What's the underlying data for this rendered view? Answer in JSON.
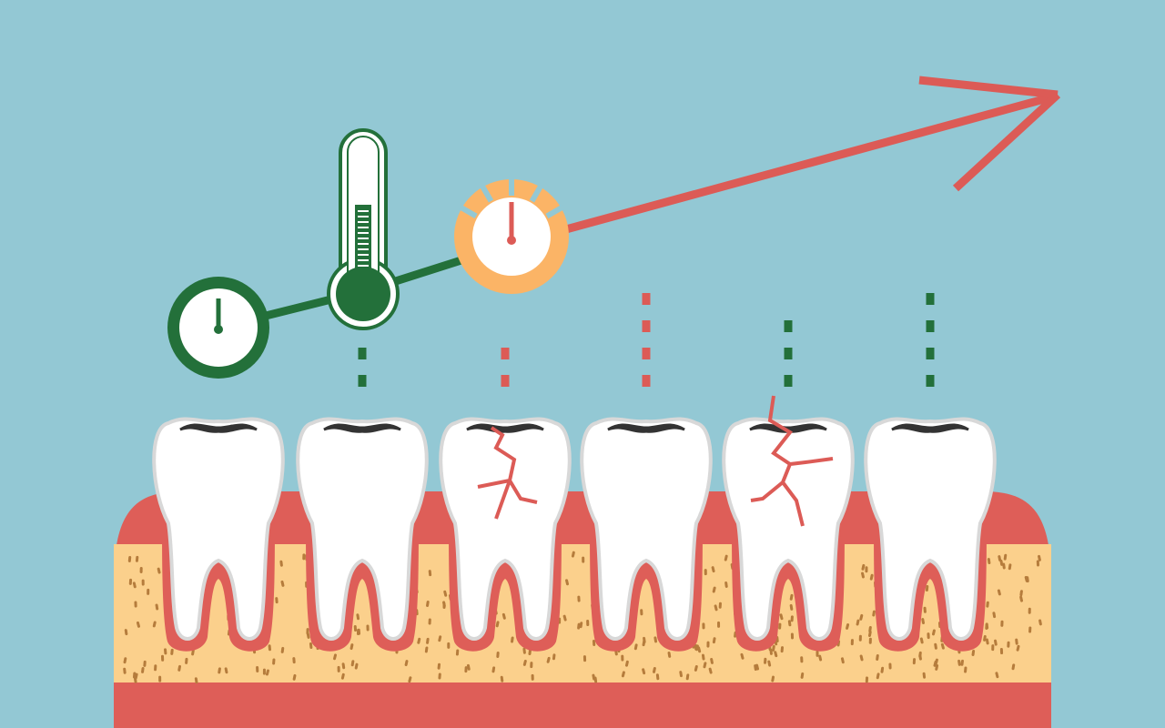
{
  "illustration": {
    "colors": {
      "background": "#93c8d4",
      "green": "#23703a",
      "red": "#dc5b56",
      "orange": "#fbb466",
      "gum": "#de5e58",
      "bone": "#fbd08c",
      "bone_dots": "#b57c3c",
      "tooth": "#ffffff",
      "tooth_outline": "#d8d8d8"
    },
    "icons": [
      "gauge-icon",
      "thermometer-icon",
      "stopwatch-icon",
      "trend-arrow-icon"
    ],
    "teeth": [
      {
        "marker": "green",
        "cracked": false,
        "marker_level": 0
      },
      {
        "marker": "green",
        "cracked": false,
        "marker_level": 1
      },
      {
        "marker": "red",
        "cracked": true,
        "marker_level": 1
      },
      {
        "marker": "red",
        "cracked": false,
        "marker_level": 3
      },
      {
        "marker": "green",
        "cracked": true,
        "marker_level": 2
      },
      {
        "marker": "green",
        "cracked": false,
        "marker_level": 3
      }
    ]
  }
}
